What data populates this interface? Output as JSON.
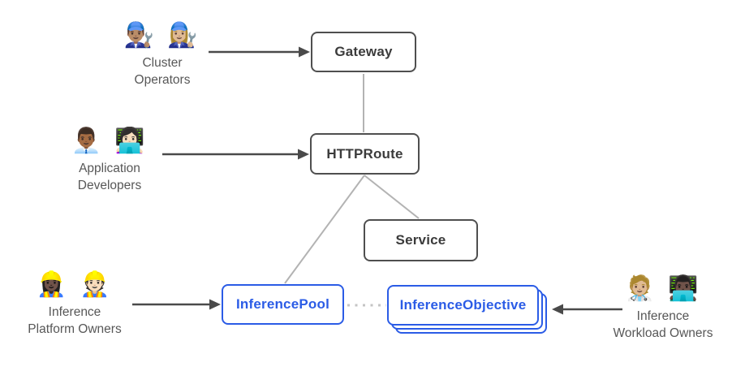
{
  "diagram": {
    "background": "#ffffff"
  },
  "colors": {
    "node_border": "#4f4f4f",
    "node_text": "#3b3b3b",
    "blue": "#2b5ce6",
    "connector": "#b3b3b3",
    "dotted": "#c4c4c4",
    "arrow": "#4a4a4a",
    "actor_text": "#575757"
  },
  "nodes": {
    "gateway": {
      "label": "Gateway"
    },
    "httproute": {
      "label": "HTTPRoute"
    },
    "service": {
      "label": "Service"
    },
    "inference_pool": {
      "label": "InferencePool"
    },
    "inference_objective": {
      "label": "InferenceObjective"
    }
  },
  "actors": {
    "cluster_operators": {
      "emojis": "👨🏽‍🔧 👩🏼‍🔧",
      "line1": "Cluster",
      "line2": "Operators"
    },
    "application_developers": {
      "emojis": "👨🏾‍💼 👩🏻‍💻",
      "line1": "Application",
      "line2": "Developers"
    },
    "inference_platform_owners": {
      "emojis": "👷🏿‍♀️ 👷🏻",
      "line1": "Inference",
      "line2": "Platform Owners"
    },
    "inference_workload_owners": {
      "emojis": "🧑🏼‍⚕️ 👨🏿‍💻",
      "line1": "Inference",
      "line2": "Workload Owners"
    }
  }
}
